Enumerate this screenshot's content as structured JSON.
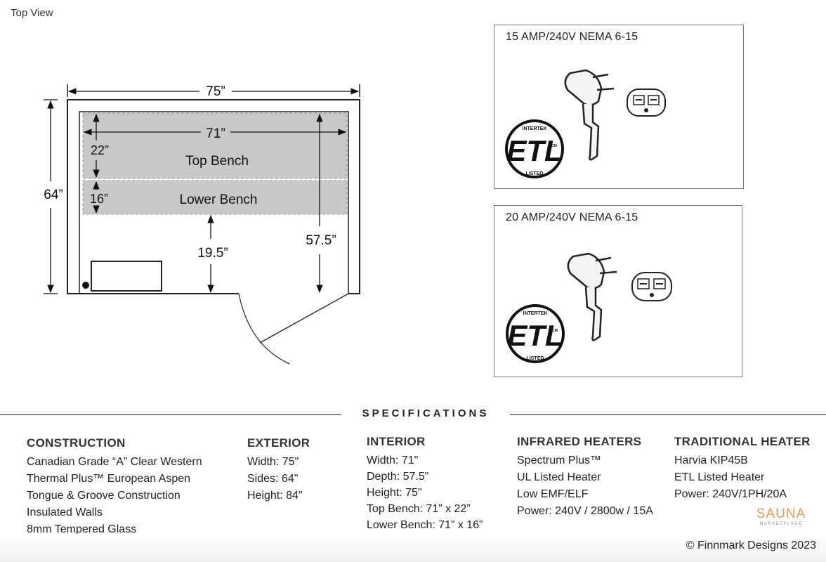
{
  "view_label": "Top View",
  "diagram": {
    "exterior_width": "75”",
    "exterior_depth": "64”",
    "interior_width": "71”",
    "top_bench_depth": "22”",
    "lower_bench_depth": "16”",
    "top_bench_label": "Top Bench",
    "lower_bench_label": "Lower Bench",
    "bench_clearance": "19.5”",
    "interior_depth": "57.5”"
  },
  "power_panels": [
    {
      "title": "15 AMP/240V NEMA 6-15",
      "cert_top": "INTERTEK",
      "cert_mark": "ETL",
      "cert_bottom": "LISTED",
      "cert_sub": "CM"
    },
    {
      "title": "20 AMP/240V NEMA 6-15",
      "cert_top": "INTERTEK",
      "cert_mark": "ETL",
      "cert_bottom": "LISTED",
      "cert_sub": "CM"
    }
  ],
  "specifications": {
    "heading": "SPECIFICATIONS",
    "columns": [
      {
        "title": "CONSTRUCTION",
        "items": [
          "Canadian Grade “A” Clear Western",
          "Thermal Plus™ European Aspen",
          "Tongue & Groove Construction",
          "Insulated Walls",
          "8mm Tempered Glass"
        ]
      },
      {
        "title": "EXTERIOR",
        "items": [
          "Width:  75\"",
          "Sides:  64\"",
          "Height:  84\""
        ]
      },
      {
        "title": "INTERIOR",
        "items": [
          "Width:  71\"",
          "Depth:  57.5\"",
          "Height: 75\"",
          "Top Bench: 71” x  22”",
          "Lower Bench: 71” x  16”"
        ]
      },
      {
        "title": "INFRARED HEATERS",
        "items": [
          "Spectrum Plus™",
          "UL Listed Heater",
          "Low EMF/ELF",
          "Power:  240V / 2800w / 15A"
        ]
      },
      {
        "title": "TRADITIONAL HEATER",
        "items": [
          "Harvia KIP45B",
          "ETL Listed Heater",
          "Power:  240V/1PH/20A"
        ]
      }
    ]
  },
  "logo": {
    "main": "SAUNA",
    "sub": "MARKETPLACE",
    "color": "#e59a5c"
  },
  "copyright": "© Finnmark Designs 2023"
}
